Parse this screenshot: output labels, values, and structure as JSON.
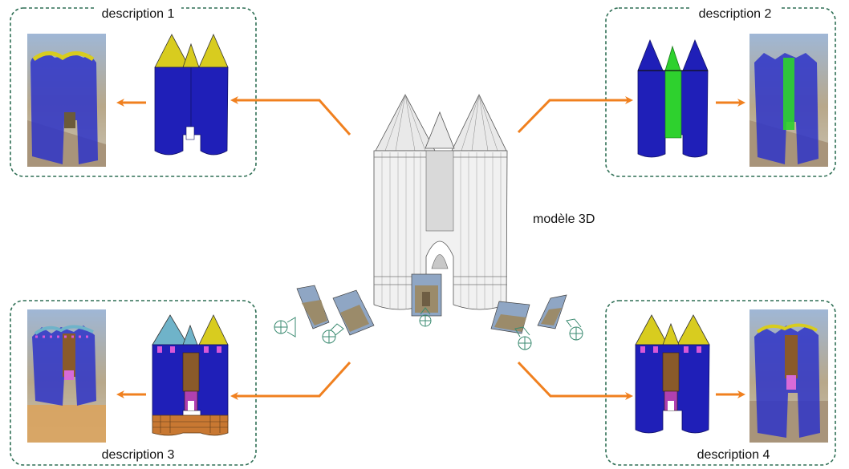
{
  "descriptions": [
    {
      "label": "description 1"
    },
    {
      "label": "description 2"
    },
    {
      "label": "description 3"
    },
    {
      "label": "description 4"
    }
  ],
  "center": {
    "label": "modèle 3D"
  },
  "colors": {
    "frame_border": "#2f6f55",
    "arrow": "#f0801f",
    "tower_blue": "#1f1fb8",
    "roof_yellow": "#d8cc1f",
    "green_band": "#2ed12e",
    "roof_cyan": "#6fb3c9",
    "brown": "#8a5a2a",
    "model_fill": "#e9e9e9",
    "model_line": "#555555"
  },
  "icons": [
    "camera-icon",
    "photo-thumbnail",
    "tower-model-icon",
    "arrow-icon"
  ]
}
